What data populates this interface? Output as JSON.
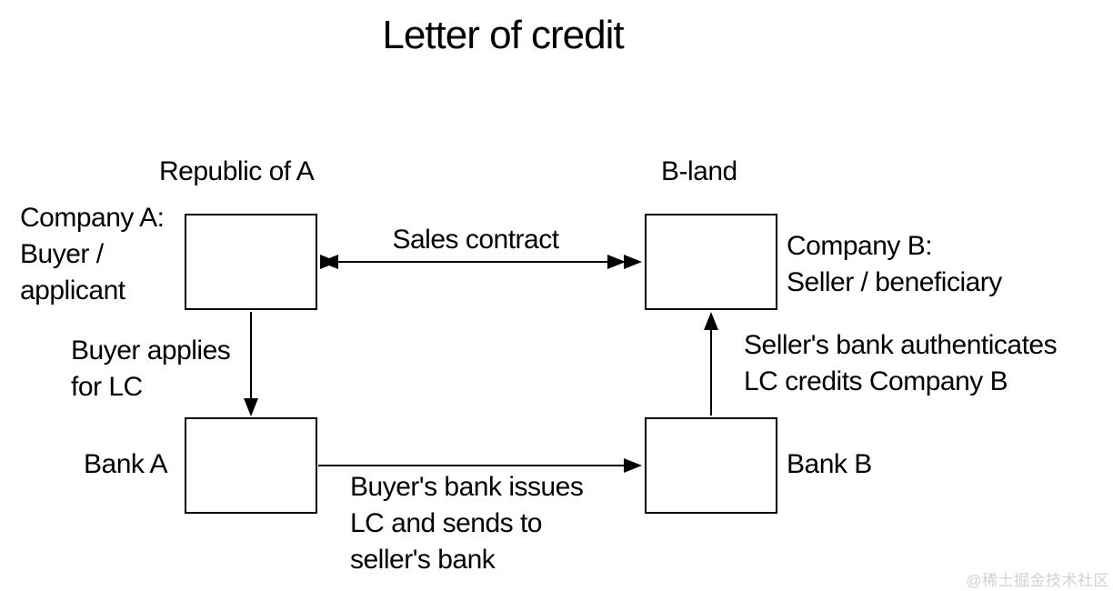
{
  "title": "Letter of credit",
  "regions": {
    "left": "Republic of A",
    "right": "B-land"
  },
  "nodes": {
    "company_a": "Company A:\nBuyer /\napplicant",
    "company_b": "Company B:\nSeller / beneficiary",
    "bank_a": "Bank A",
    "bank_b": "Bank B"
  },
  "edges": {
    "sales_contract": "Sales contract",
    "buyer_applies": "Buyer applies\nfor LC",
    "bank_issues": "Buyer's bank issues\nLC and sends to\nseller's bank",
    "bank_auth": "Seller's bank authenticates\nLC credits Company B"
  },
  "watermark": "@稀土掘金技术社区",
  "colors": {
    "ink": "#000000",
    "background": "#ffffff",
    "watermark": "#d2d2d2"
  }
}
